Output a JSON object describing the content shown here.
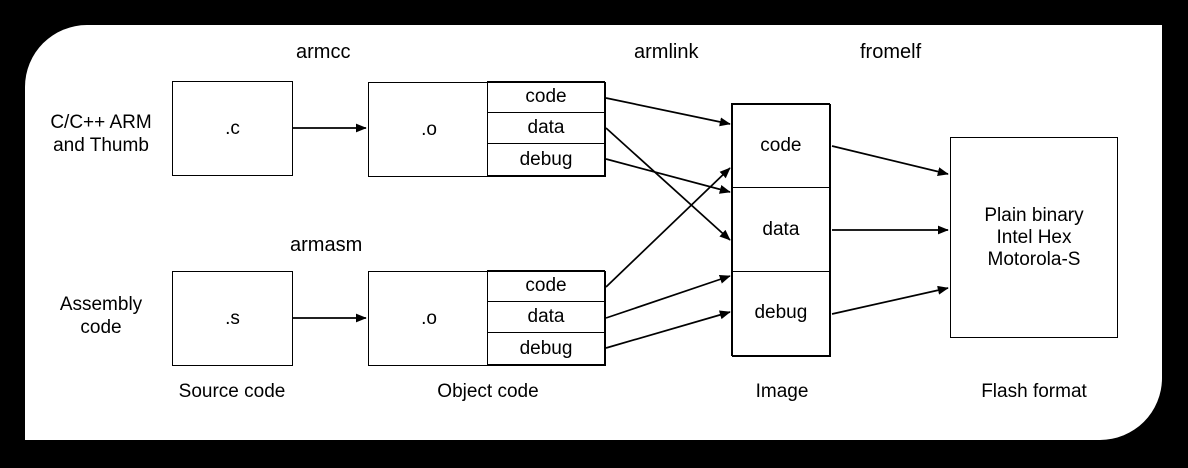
{
  "diagram": {
    "title": "ARM toolchain build flow",
    "background_color": "#000000",
    "panel_color": "#ffffff",
    "line_color": "#000000",
    "tool_labels": [
      {
        "name": "armcc",
        "text": "armcc"
      },
      {
        "name": "armlink",
        "text": "armlink"
      },
      {
        "name": "fromelf",
        "text": "fromelf"
      }
    ],
    "row_labels": [
      {
        "name": "c-cpp-arm-thumb",
        "line1": "C/C++ ARM",
        "line2": "and Thumb"
      },
      {
        "name": "assembly-code",
        "line1": "Assembly",
        "line2": "code"
      }
    ],
    "stage_labels": [
      {
        "name": "source-code",
        "text": "Source code"
      },
      {
        "name": "object-code",
        "text": "Object code"
      },
      {
        "name": "image",
        "text": "Image"
      },
      {
        "name": "flash-format",
        "text": "Flash format"
      }
    ],
    "source_boxes": [
      {
        "name": "c-source-box",
        "text": ".c"
      },
      {
        "name": "assembly-source-box",
        "text": ".s"
      }
    ],
    "object_boxes": [
      {
        "name": "c-object-box",
        "text": ".o",
        "sections": [
          "code",
          "data",
          "debug"
        ]
      },
      {
        "name": "assembly-object-box",
        "text": ".o",
        "sections": [
          "code",
          "data",
          "debug"
        ]
      }
    ],
    "image_box": {
      "name": "image-box",
      "sections": [
        "code",
        "data",
        "debug"
      ]
    },
    "flash_box": {
      "name": "flash-format-box",
      "lines": [
        "Plain binary",
        "Intel Hex",
        "Motorola-S"
      ]
    }
  }
}
